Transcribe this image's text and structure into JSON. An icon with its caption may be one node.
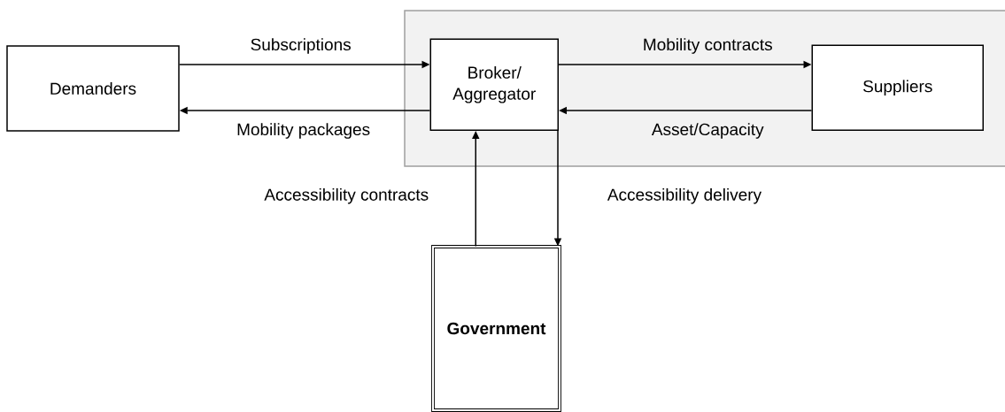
{
  "diagram": {
    "nodes": [
      {
        "text": [
          "Demanders"
        ]
      },
      {
        "text": [],
        "shape": "box"
      },
      {
        "text": [
          "Broker/ Aggregator"
        ],
        "in": 1
      },
      {
        "text": [
          "Suppliers"
        ],
        "in": 1
      },
      {
        "text": [
          "Government"
        ]
      }
    ],
    "edges": [
      {
        "from": 0,
        "to": 2,
        "arrow": "to",
        "label": "Subscriptions"
      },
      {
        "from": 2,
        "to": 0,
        "arrow": "to",
        "label": "Mobility packages"
      },
      {
        "from": 2,
        "to": 3,
        "arrow": "to",
        "label": "Mobility contracts"
      },
      {
        "from": 3,
        "to": 2,
        "arrow": "to",
        "label": "Asset/Capacity"
      },
      {
        "from": 4,
        "to": 2,
        "arrow": "to",
        "label": "Accessibility contracts"
      },
      {
        "from": 2,
        "to": 4,
        "arrow": "to",
        "label": "Accessibility delivery"
      }
    ]
  }
}
